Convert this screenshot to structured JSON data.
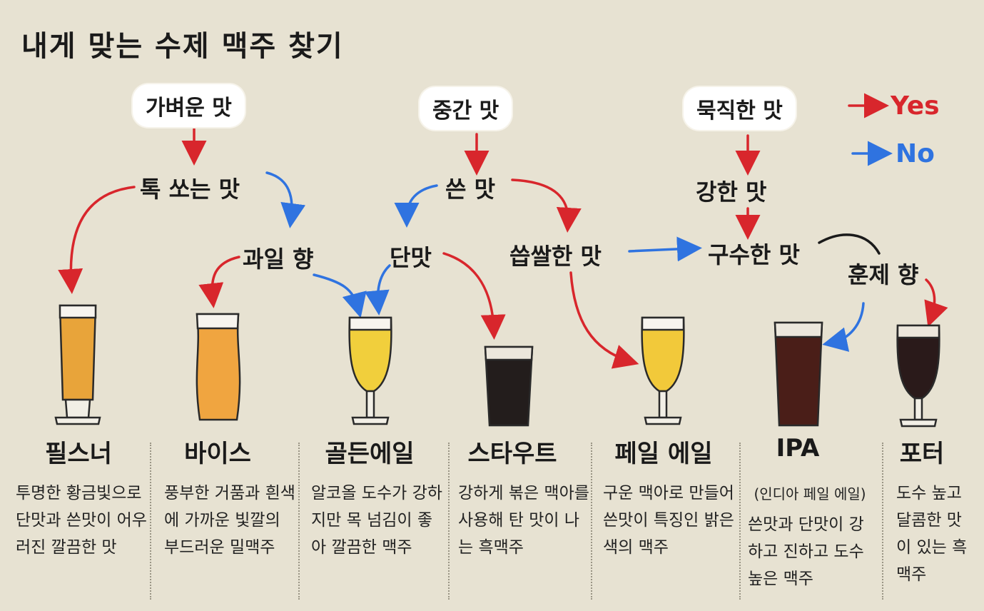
{
  "title": "내게 맞는 수제 맥주 찾기",
  "legend": {
    "yes": "Yes",
    "no": "No",
    "yes_color": "#d8262c",
    "no_color": "#2f73e0"
  },
  "categories": [
    "가벼운 맛",
    "중간 맛",
    "묵직한 맛"
  ],
  "nodes": {
    "tok": "톡 쏘는 맛",
    "fruit": "과일 향",
    "bitter": "쓴 맛",
    "sweet": "단맛",
    "sour": "씁쌀한 맛",
    "strong": "강한 맛",
    "nutty": "구수한 맛",
    "smoke": "훈제 향"
  },
  "beers": [
    {
      "name": "필스너",
      "desc": "투명한 황금빛으로 단맛과 쓴맛이 어우러진 깔끔한 맛",
      "color": "#e8a43a"
    },
    {
      "name": "바이스",
      "desc": "풍부한 거품과 흰색에 가까운 빛깔의 부드러운 밀맥주",
      "color": "#f0a540"
    },
    {
      "name": "골든에일",
      "desc": "알코올 도수가 강하지만 목 넘김이 좋아 깔끔한 맥주",
      "color": "#f1cf3c"
    },
    {
      "name": "스타우트",
      "desc": "강하게 볶은 맥아를 사용해 탄 맛이 나는 흑맥주",
      "color": "#231d1c"
    },
    {
      "name": "페일 에일",
      "desc": "구운 맥아로 만들어 쓴맛이 특징인 밝은 색의 맥주",
      "color": "#f2c93a"
    },
    {
      "name": "IPA",
      "sub": "(인디아 페일 에일)",
      "desc": "쓴맛과 단맛이 강하고 진하고 도수 높은 맥주",
      "color": "#4a1e18"
    },
    {
      "name": "포터",
      "desc": "도수 높고 달콤한 맛이 있는 흑맥주",
      "color": "#2a1a1a"
    }
  ]
}
